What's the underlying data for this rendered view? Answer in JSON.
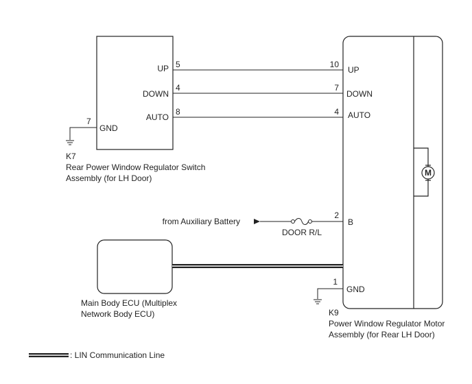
{
  "switch": {
    "connector_id": "K7",
    "name_line1": "Rear Power Window Regulator Switch",
    "name_line2": "Assembly (for LH Door)",
    "pins": [
      {
        "num": "5",
        "label": "UP"
      },
      {
        "num": "4",
        "label": "DOWN"
      },
      {
        "num": "8",
        "label": "AUTO"
      }
    ],
    "gnd": {
      "num": "7",
      "label": "GND"
    }
  },
  "motor": {
    "connector_id": "K9",
    "name_line1": "Power Window Regulator Motor",
    "name_line2": "Assembly (for Rear LH Door)",
    "pins": [
      {
        "num": "10",
        "label": "UP"
      },
      {
        "num": "7",
        "label": "DOWN"
      },
      {
        "num": "4",
        "label": "AUTO"
      },
      {
        "num": "2",
        "label": "B"
      }
    ],
    "gnd": {
      "num": "1",
      "label": "GND"
    },
    "symbol": "M"
  },
  "battery_source": "from Auxiliary Battery",
  "fuse_label": "DOOR R/L",
  "ecu": {
    "name_line1": "Main Body ECU (Multiplex",
    "name_line2": "Network Body ECU)"
  },
  "legend": {
    "label": ": LIN Communication Line"
  }
}
